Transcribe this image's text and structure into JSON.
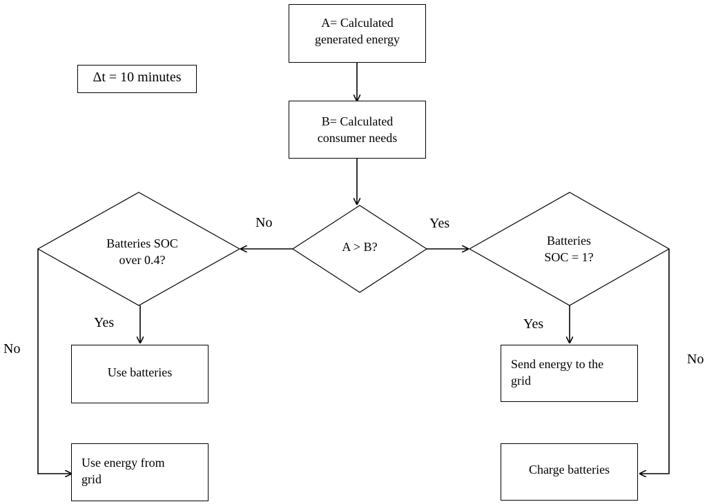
{
  "time_step": "Δt = 10 minutes",
  "nodes": {
    "calc_generated": "A= Calculated\ngenerated energy",
    "calc_needs": "B= Calculated\nconsumer needs",
    "decision_ab": "A > B?",
    "decision_soc_low": "Batteries SOC\nover 0.4?",
    "decision_soc_full": "Batteries\nSOC = 1?",
    "use_batteries": "Use batteries",
    "use_grid": "Use energy from\ngrid",
    "send_grid": "Send energy to the\ngrid",
    "charge_batteries": "Charge batteries"
  },
  "edge_labels": {
    "ab_no": "No",
    "ab_yes": "Yes",
    "soc_low_yes": "Yes",
    "soc_low_no": "No",
    "soc_full_yes": "Yes",
    "soc_full_no": "No"
  }
}
